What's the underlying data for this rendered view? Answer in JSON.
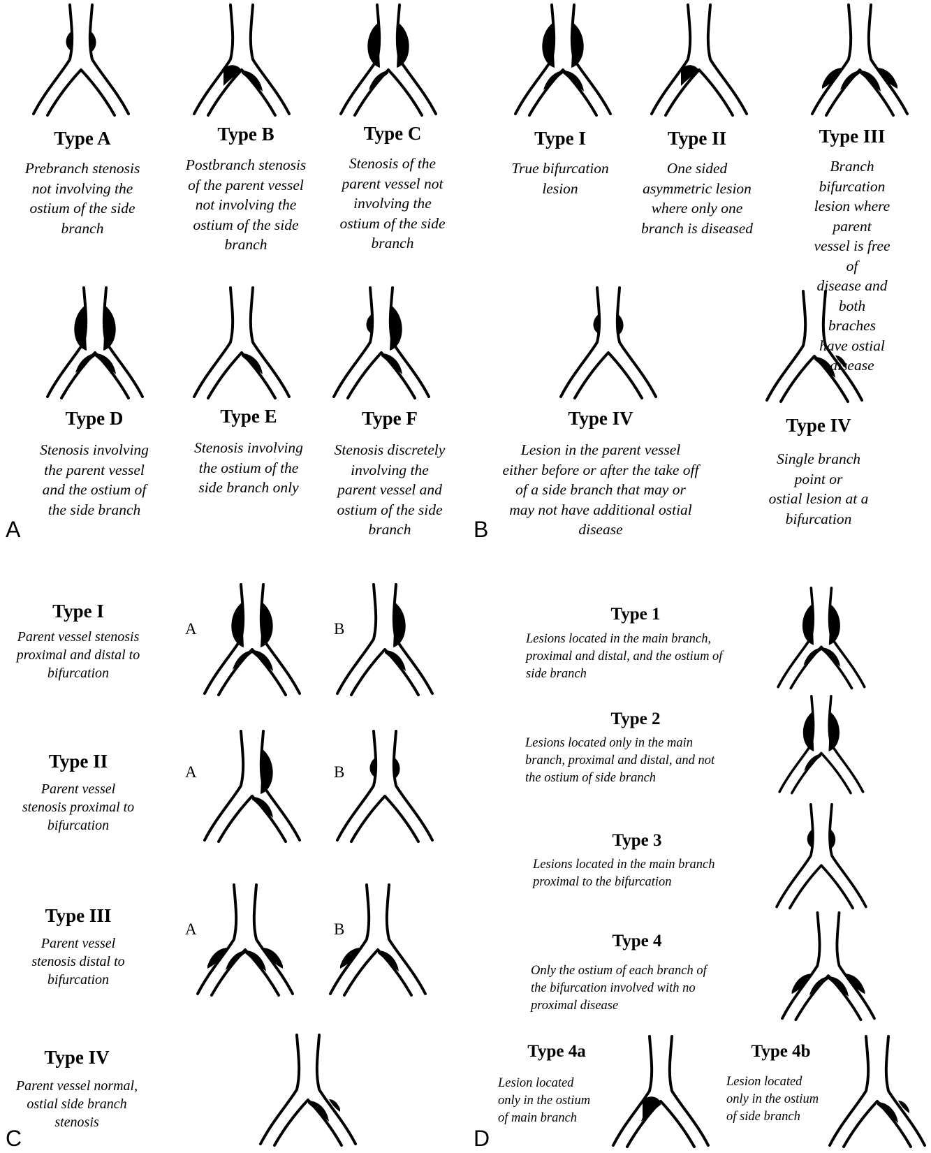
{
  "panel_letters": [
    "A",
    "B",
    "C",
    "D"
  ],
  "panelA": [
    {
      "title": "Type A",
      "desc": "Prebranch stenosis\nnot involving the\nostium of the side\nbranch"
    },
    {
      "title": "Type B",
      "desc": "Postbranch stenosis\nof the parent vessel\nnot involving the\nostium of the side\nbranch"
    },
    {
      "title": "Type C",
      "desc": "Stenosis of the\nparent vessel not\ninvolving the\nostium of the side\nbranch"
    },
    {
      "title": "Type D",
      "desc": "Stenosis involving\nthe parent vessel\nand the ostium of\nthe side branch"
    },
    {
      "title": "Type E",
      "desc": "Stenosis involving\nthe ostium of the\nside branch only"
    },
    {
      "title": "Type F",
      "desc": "Stenosis discretely\ninvolving the\nparent vessel and\nostium of the side\nbranch"
    }
  ],
  "panelB": [
    {
      "title": "Type I",
      "desc": "True bifurcation\nlesion"
    },
    {
      "title": "Type II",
      "desc": "One sided\nasymmetric lesion\nwhere only one\nbranch is diseased"
    },
    {
      "title": "Type III",
      "desc": "Branch bifurcation\nlesion where parent\nvessel is free of\ndisease and both\nbraches have ostial\ndisease"
    },
    {
      "title": "Type IV",
      "desc": "Lesion in the parent vessel\neither before or after the take off\nof a side branch that may or\nmay not have additional ostial\ndisease"
    },
    {
      "title": "Type IV",
      "desc": "Single branch point or\nostial lesion at a\nbifurcation"
    }
  ],
  "panelC": [
    {
      "title": "Type I",
      "desc": "Parent vessel stenosis\nproximal and distal to\nbifurcation"
    },
    {
      "title": "Type II",
      "desc": "Parent vessel\nstenosis proximal to\nbifurcation"
    },
    {
      "title": "Type III",
      "desc": "Parent vessel\nstenosis distal to\nbifurcation"
    },
    {
      "title": "Type IV",
      "desc": "Parent vessel normal,\nostial side branch\nstenosis"
    }
  ],
  "panelC_sub_labels": [
    "A",
    "B"
  ],
  "panelD": [
    {
      "title": "Type 1",
      "desc": "Lesions located in the main branch,\nproximal and distal, and the ostium of\nside branch"
    },
    {
      "title": "Type 2",
      "desc": "Lesions located only in the  main\nbranch, proximal and distal, and not\nthe ostium of side branch"
    },
    {
      "title": "Type 3",
      "desc": "Lesions located in the main branch\nproximal to the bifurcation"
    },
    {
      "title": "Type 4",
      "desc": "Only the ostium of each branch of\nthe bifurcation involved with no\nproximal disease"
    },
    {
      "title": "Type 4a",
      "desc": "Lesion located\nonly in  the ostium\nof main branch"
    },
    {
      "title": "Type 4b",
      "desc": "Lesion located\nonly in  the ostium\nof side branch"
    }
  ]
}
